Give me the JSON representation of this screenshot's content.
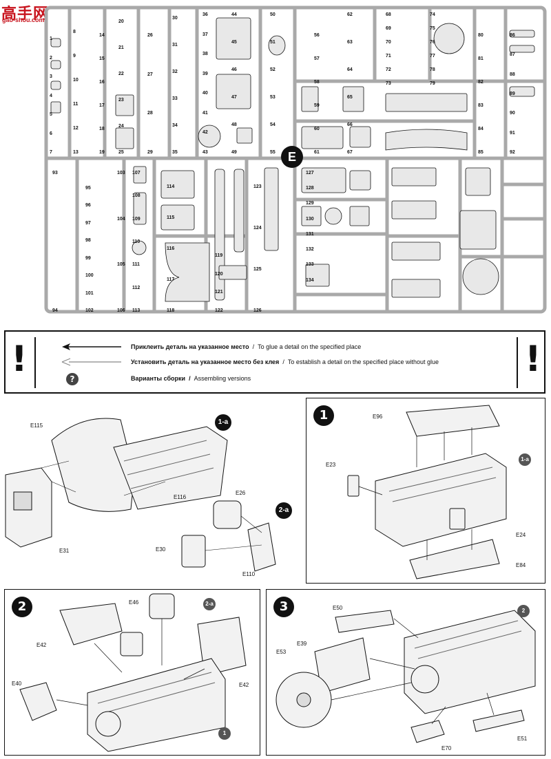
{
  "logo": {
    "title": "高手网",
    "url": "gao-shou.com"
  },
  "sprue": {
    "letter": "E",
    "part_numbers": [
      "1",
      "2",
      "3",
      "4",
      "5",
      "6",
      "7",
      "8",
      "9",
      "10",
      "11",
      "12",
      "13",
      "14",
      "15",
      "16",
      "17",
      "18",
      "19",
      "20",
      "21",
      "22",
      "23",
      "24",
      "25",
      "26",
      "27",
      "28",
      "29",
      "30",
      "31",
      "32",
      "33",
      "34",
      "35",
      "36",
      "37",
      "38",
      "39",
      "40",
      "41",
      "42",
      "43",
      "44",
      "45",
      "46",
      "47",
      "48",
      "49",
      "50",
      "51",
      "52",
      "53",
      "54",
      "55",
      "56",
      "57",
      "58",
      "59",
      "60",
      "61",
      "62",
      "63",
      "64",
      "65",
      "66",
      "67",
      "68",
      "69",
      "70",
      "71",
      "72",
      "73",
      "74",
      "75",
      "76",
      "77",
      "78",
      "79",
      "80",
      "81",
      "82",
      "83",
      "84",
      "85",
      "86",
      "87",
      "88",
      "89",
      "90",
      "91",
      "92",
      "93",
      "94",
      "95",
      "96",
      "97",
      "98",
      "99",
      "100",
      "101",
      "102",
      "103",
      "104",
      "105",
      "106",
      "107",
      "108",
      "109",
      "110",
      "111",
      "112",
      "113",
      "114",
      "115",
      "116",
      "117",
      "118",
      "119",
      "120",
      "121",
      "122",
      "123",
      "124",
      "125",
      "126",
      "127",
      "128",
      "129",
      "130",
      "131",
      "132",
      "133",
      "134"
    ]
  },
  "legend": {
    "glue_ru": "Приклеить деталь на указанное место",
    "glue_en": "To glue a detail on the specified place",
    "noglue_ru": "Установить деталь на указанное место без клея",
    "noglue_en": "To establish a detail on the specified place without glue",
    "versions_ru": "Варианты сборки",
    "versions_en": "Assembling versions",
    "separator": "/",
    "exclamation": "!",
    "question": "?"
  },
  "step1a": {
    "badge": "1-a",
    "labels": {
      "e115": "E115",
      "e116": "E116",
      "e31": "E31"
    }
  },
  "step2a": {
    "badge": "2-a",
    "labels": {
      "e26": "E26",
      "e30": "E30",
      "e110": "E110"
    }
  },
  "step1": {
    "badge": "1",
    "ref": "1-a",
    "labels": {
      "e96": "E96",
      "e23": "E23",
      "e24": "E24",
      "e84": "E84"
    }
  },
  "step2": {
    "badge": "2",
    "ref_top": "2-a",
    "ref_bottom": "1",
    "labels": {
      "e46": "E46",
      "e42a": "E42",
      "e42b": "E42",
      "e40": "E40"
    }
  },
  "step3": {
    "badge": "3",
    "ref": "2",
    "labels": {
      "e50": "E50",
      "e39": "E39",
      "e53": "E53",
      "e70": "E70",
      "e51": "E51"
    }
  },
  "colors": {
    "sprue": "#a9a9a9",
    "part": "#e8e8e8",
    "ink": "#111111",
    "logo": "#c8141e"
  }
}
